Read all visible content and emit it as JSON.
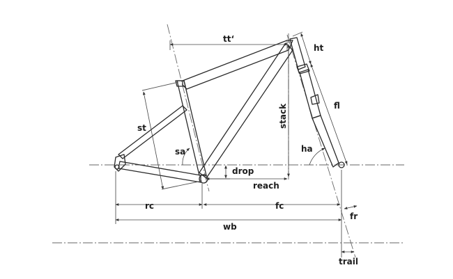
{
  "labels": {
    "top_tube": "tt‘",
    "head_tube": "ht",
    "seat_tube": "st",
    "fork_length": "fl",
    "stack": "stack",
    "seat_angle": "sa",
    "head_angle": "ha",
    "drop": "drop",
    "reach": "reach",
    "rear_center": "rc",
    "front_center": "fc",
    "fork_rake": "fr",
    "wheelbase": "wb",
    "trail": "trail"
  },
  "colors": {
    "line": "#2a2a2a",
    "centerline": "#666666",
    "background": "#ffffff"
  }
}
